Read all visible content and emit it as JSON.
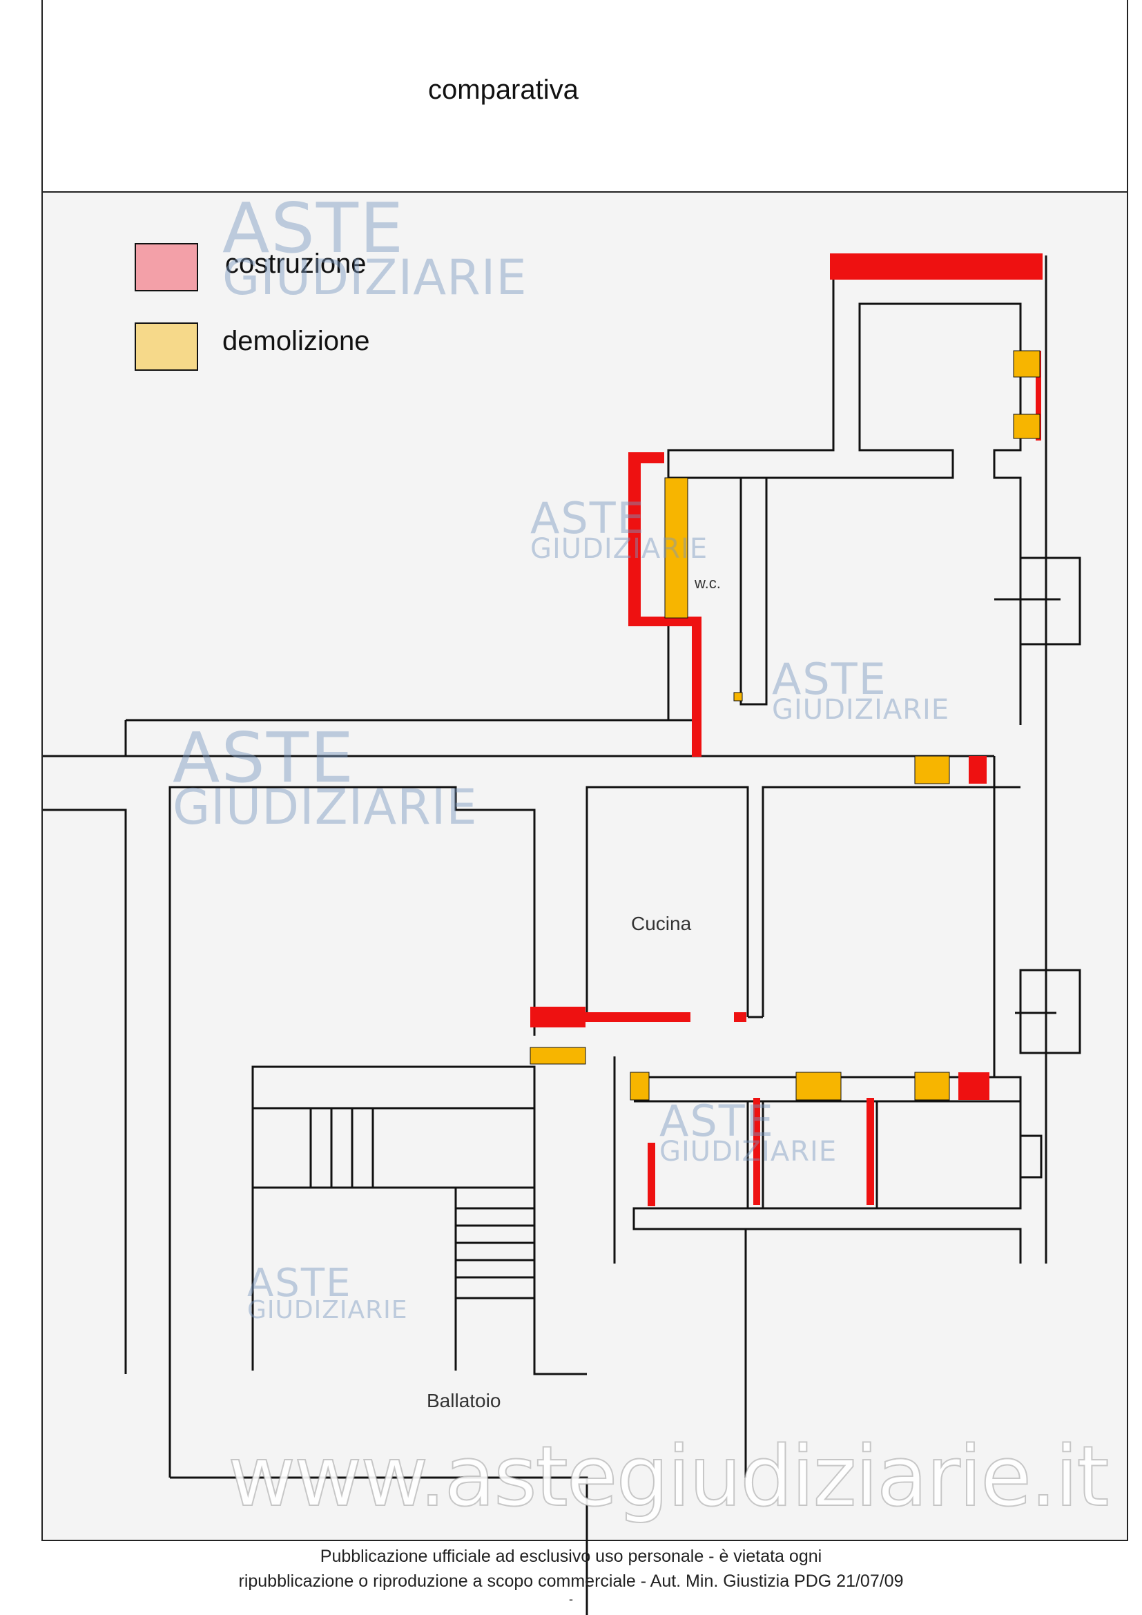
{
  "title": "comparativa",
  "legend": [
    {
      "label": "costruzione",
      "color": "#f3a0a8"
    },
    {
      "label": "demolizione",
      "color": "#f6d98a"
    }
  ],
  "rooms": {
    "wc": "w.c.",
    "cucina": "Cucina",
    "ballatoio": "Ballatoio"
  },
  "watermark": {
    "line1": "ASTE",
    "line2": "GIUDIZIARIE",
    "url": "www.astegiudiziarie.it"
  },
  "footer": {
    "line1": "Pubblicazione ufficiale ad esclusivo uso personale - è vietata ogni",
    "line2": "ripubblicazione o riproduzione a scopo commerciale - Aut. Min. Giustizia PDG 21/07/09",
    "line3": "-"
  },
  "colors": {
    "construction": "#ee1111",
    "demolition": "#f7b500",
    "wall": "#111111"
  }
}
